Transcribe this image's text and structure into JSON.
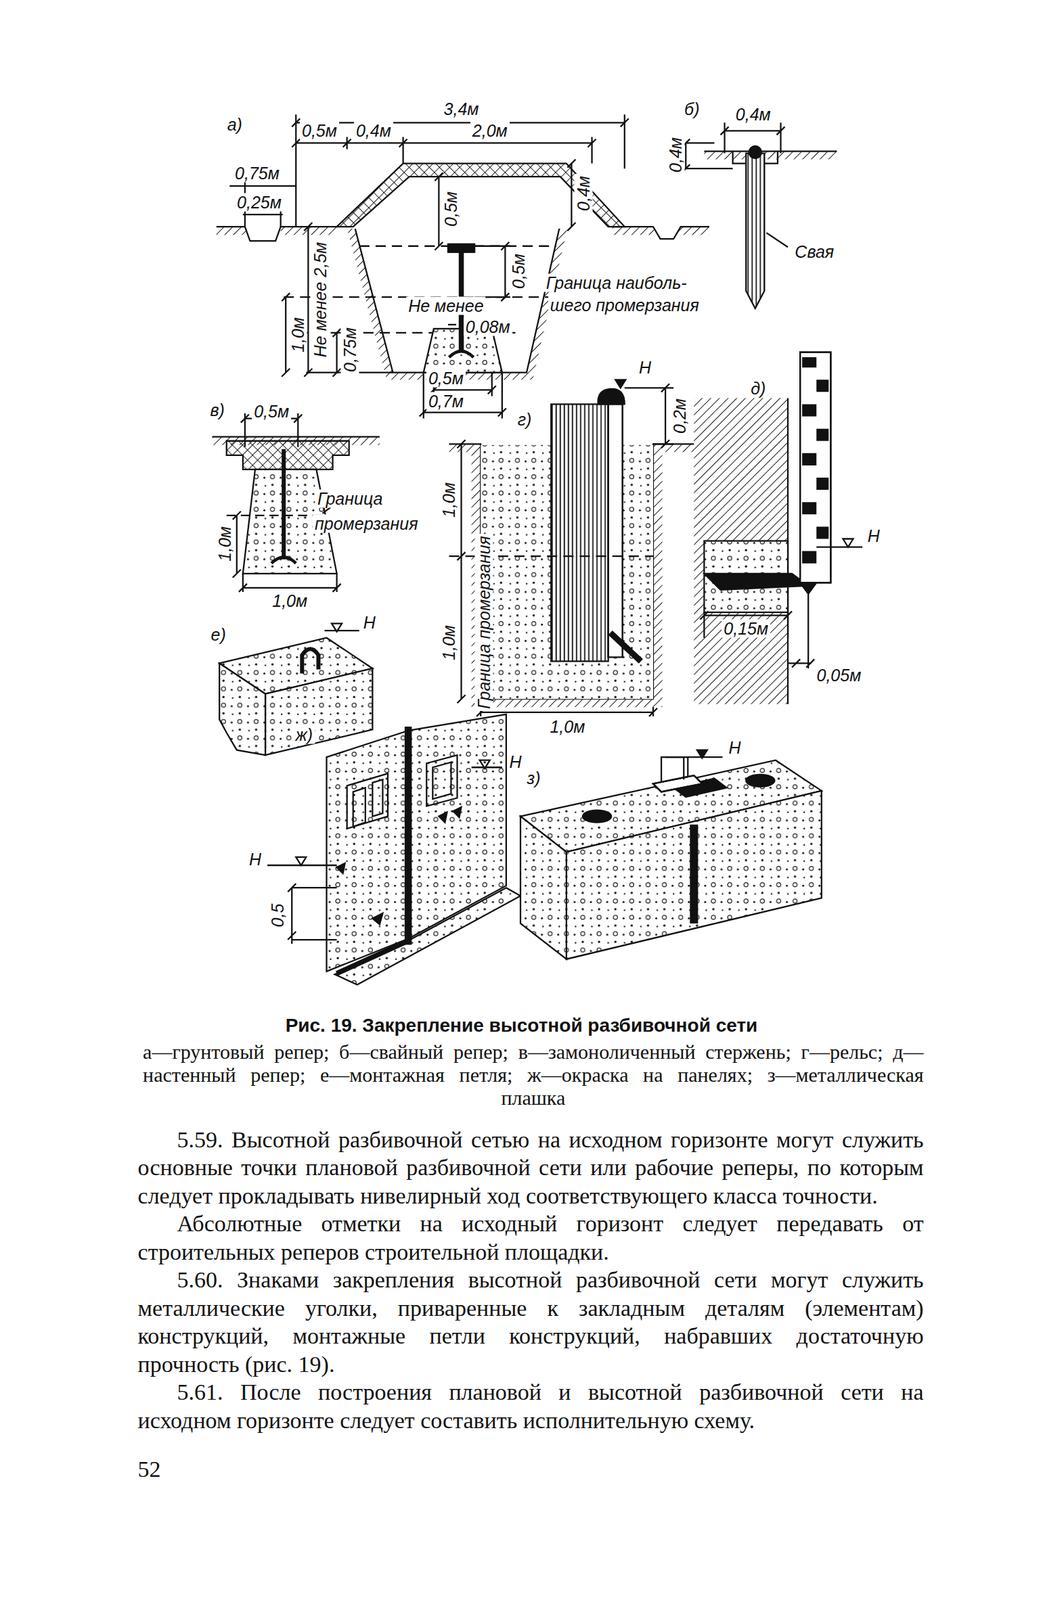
{
  "diagram": {
    "title": "Рис. 19. Закрепление высотной разбивочной сети",
    "caption": "а—грунтовый репер; б—свайный репер; в—замоноличенный стержень; г—рельс; д—настенный репер; е—монтажная петля; ж—окраска на панелях; з—металлическая плашка",
    "labels": [
      "а)",
      "3,4м",
      "0,5м",
      "0,4м",
      "2,0м",
      "0,75м",
      "0,25м",
      "0,5м",
      "0,4м",
      "0,5м",
      "Не менее 2,5м",
      "1,0м",
      "0,75м",
      "Не менее",
      "0,08м",
      "Граница наиболь-",
      "шего промерзания",
      "0,5м",
      "0,7м",
      "б)",
      "0,4м",
      "0,4м",
      "Свая",
      "в)",
      "0,5м",
      "Граница",
      "промерзания",
      "1,0м",
      "1,0м",
      "г)",
      "Н",
      "0,2м",
      "1,0м",
      "Граница промерзания",
      "1,0м",
      "1,0м",
      "д)",
      "Н",
      "0,15м",
      "0,05м",
      "е)",
      "Н",
      "ж)",
      "Н",
      "Н",
      "0,5",
      "з)",
      "Н",
      "5.59. Высотной разбивочной сетью на исходном горизонте могут служить основные точки плановой разбивочной сети или рабочие реперы, по которым следует прокладывать нивелирный ход соответствующего класса точности.",
      "Абсолютные отметки на исходный горизонт следует передавать от строительных реперов строительной площадки.",
      "5.60. Знаками закрепления высотной разбивочной сети могут служить металлические уголки, приваренные к закладным деталям (элементам) конструкций, монтажные петли конструкций, набравших достаточную прочность (рис. 19).",
      "5.61. После построения плановой и высотной разбивочной сети на исходном горизонте следует составить исполнительную схему.",
      "52"
    ]
  }
}
